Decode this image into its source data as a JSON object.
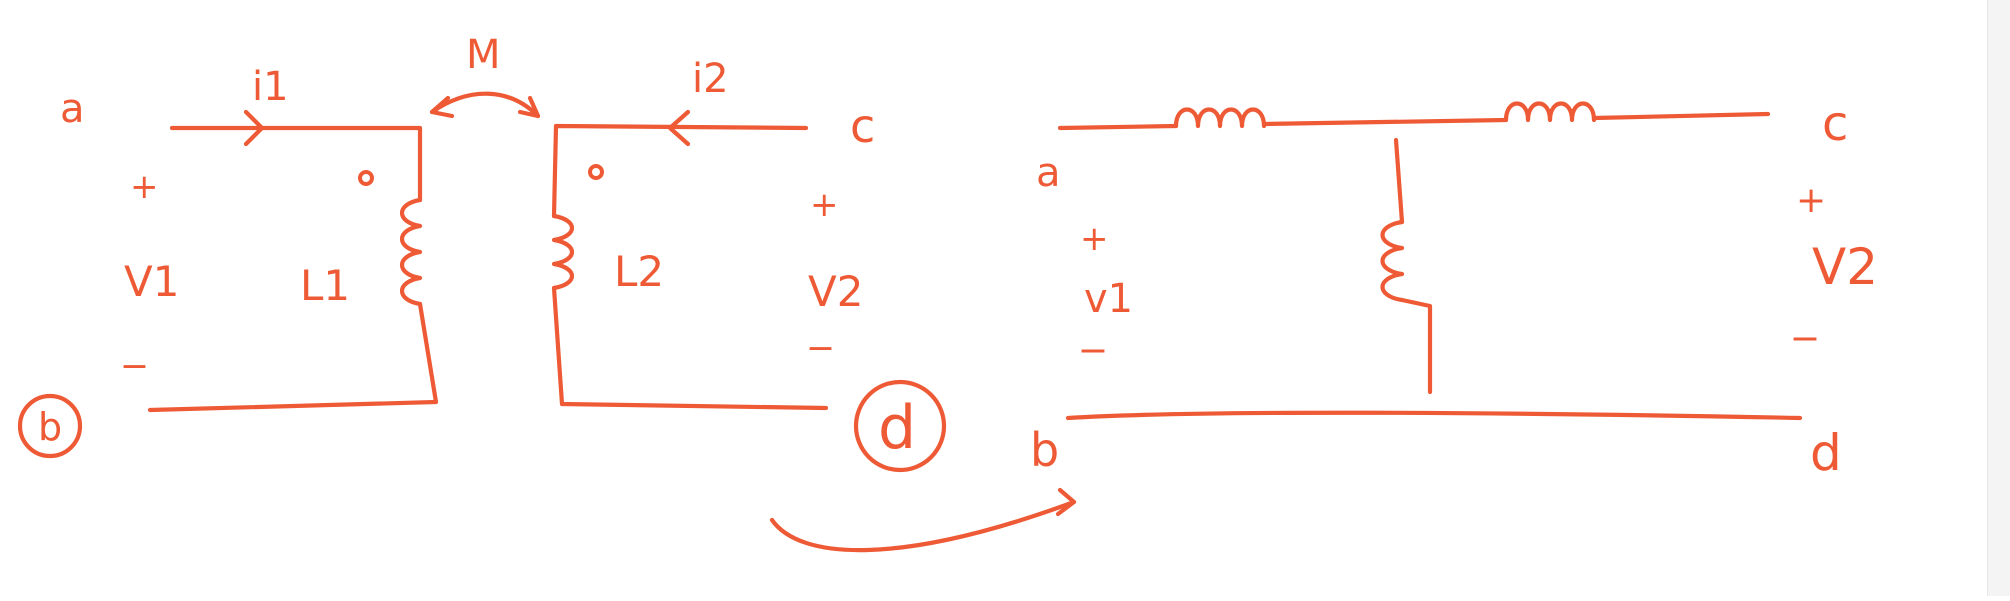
{
  "colors": {
    "ink": "#ee5a35",
    "background": "#ffffff"
  },
  "left_circuit": {
    "terminal_top_left": "a",
    "terminal_bottom_left": "b",
    "terminal_top_right": "c",
    "terminal_bottom_right": "d",
    "current_primary": "i1",
    "current_secondary": "i2",
    "mutual_inductance": "M",
    "inductor_primary": "L1",
    "inductor_secondary": "L2",
    "voltage_primary": "V1",
    "voltage_secondary": "V2",
    "plus_sign": "+",
    "minus_sign": "_"
  },
  "right_circuit": {
    "terminal_top_left": "a",
    "terminal_bottom_left": "b",
    "terminal_top_right": "c",
    "terminal_bottom_right": "d",
    "voltage_primary": "v1",
    "voltage_secondary": "V2",
    "plus_sign": "+",
    "minus_sign": "_"
  }
}
